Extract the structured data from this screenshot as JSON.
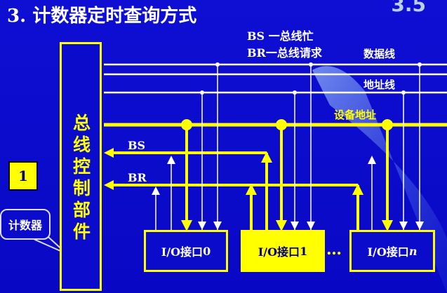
{
  "title": "3. 计数器定时查询方式",
  "slide_number": "3.5",
  "legend": {
    "bs": "BS 一总线忙",
    "br": "BR一总线请求"
  },
  "buses": {
    "data": "数据线",
    "address": "地址线",
    "device_address": "设备地址"
  },
  "signals": {
    "bs": "BS",
    "br": "BR"
  },
  "controller": {
    "label": "总线控制部件"
  },
  "interfaces": [
    {
      "prefix": "I/O接口",
      "suffix": "0"
    },
    {
      "prefix": "I/O接口",
      "suffix": "1"
    },
    {
      "prefix": "I/O接口",
      "suffix": "n"
    }
  ],
  "ellipsis": "…",
  "counter": {
    "number": "1",
    "label": "计数器"
  },
  "colors": {
    "background": "#0a0acc",
    "highlight": "#ffff00",
    "line": "#ffffff",
    "beam": "#7fb7ff"
  }
}
